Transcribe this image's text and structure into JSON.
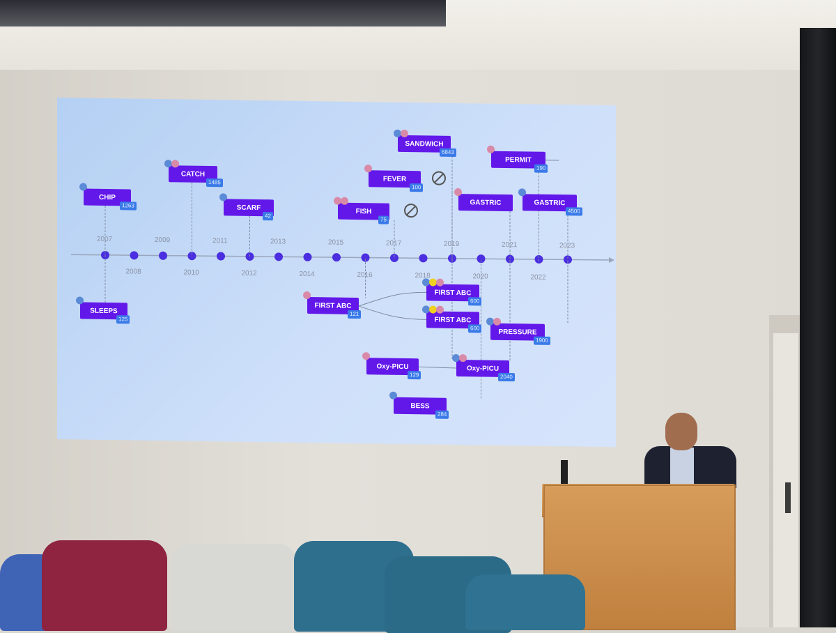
{
  "timeline": {
    "years_top": [
      "2007",
      "2009",
      "2011",
      "2013",
      "2015",
      "2017",
      "2019",
      "2021",
      "2023"
    ],
    "years_bottom": [
      "2008",
      "2010",
      "2012",
      "2014",
      "2016",
      "2018",
      "2020",
      "2022"
    ],
    "cards": [
      {
        "id": "chip",
        "label": "CHIP",
        "count": "1263"
      },
      {
        "id": "catch",
        "label": "CATCH",
        "count": "1485"
      },
      {
        "id": "scarf",
        "label": "SCARF",
        "count": "42"
      },
      {
        "id": "sleeps",
        "label": "SLEEPS",
        "count": "125"
      },
      {
        "id": "fever",
        "label": "FEVER",
        "count": "100"
      },
      {
        "id": "fish",
        "label": "FISH",
        "count": "75"
      },
      {
        "id": "sandwich",
        "label": "SANDWICH",
        "count": "6843"
      },
      {
        "id": "permit",
        "label": "PERMIT",
        "count": "190"
      },
      {
        "id": "gastric1",
        "label": "GASTRIC",
        "count": ""
      },
      {
        "id": "gastric2",
        "label": "GASTRIC",
        "count": "4500"
      },
      {
        "id": "firstabc1",
        "label": "FIRST ABC",
        "count": "121"
      },
      {
        "id": "firstabc2",
        "label": "FIRST ABC",
        "count": "600"
      },
      {
        "id": "firstabc3",
        "label": "FIRST ABC",
        "count": "600"
      },
      {
        "id": "pressure",
        "label": "PRESSURE",
        "count": "1900"
      },
      {
        "id": "oxypicu1",
        "label": "Oxy-PICU",
        "count": "129"
      },
      {
        "id": "oxypicu2",
        "label": "Oxy-PICU",
        "count": "2040"
      },
      {
        "id": "bess",
        "label": "BESS",
        "count": "284"
      }
    ]
  },
  "colors": {
    "card": "#6318ea",
    "count_badge": "#3a7ae8",
    "axis_dot": "#4a2ee0",
    "dot_pink": "#d98aa8",
    "dot_blue": "#5b8ad6",
    "dot_yellow": "#f0d020"
  }
}
